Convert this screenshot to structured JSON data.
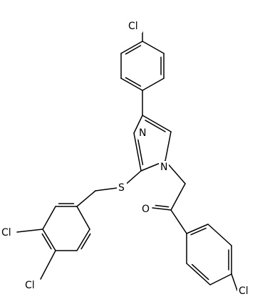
{
  "labels": {
    "cl_top": "Cl",
    "cl_left_upper": "Cl",
    "cl_left_lower": "Cl",
    "cl_bottom_right": "Cl",
    "n_ring_upper": "N",
    "n_ring_lower": "N",
    "s_thioether": "S",
    "o_carbonyl": "O"
  },
  "colors": {
    "ink": "#000000",
    "background": "#ffffff"
  }
}
